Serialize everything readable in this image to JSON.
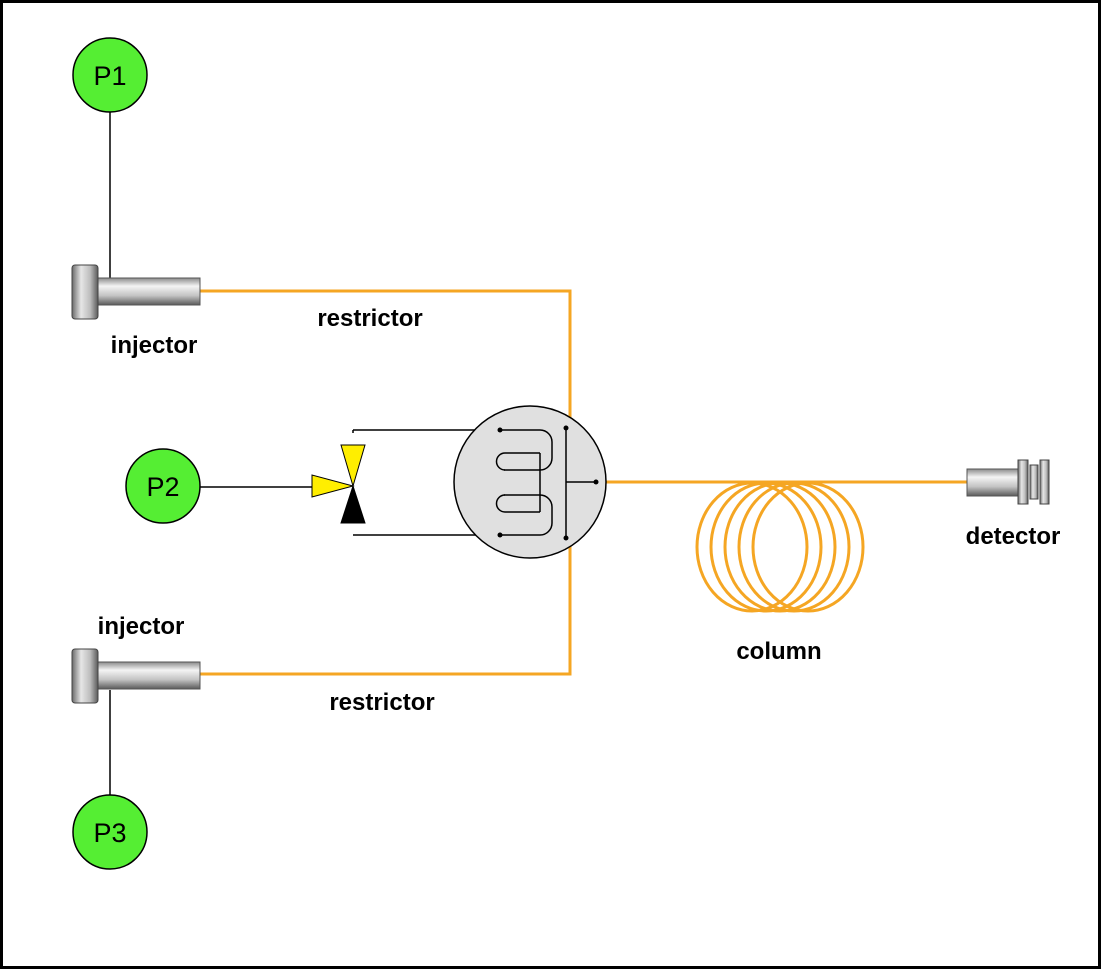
{
  "diagram": {
    "pressure_sources": [
      {
        "label": "P1"
      },
      {
        "label": "P2"
      },
      {
        "label": "P3"
      }
    ],
    "labels": {
      "injector_top": "injector",
      "injector_bottom": "injector",
      "restrictor_top": "restrictor",
      "restrictor_bottom": "restrictor",
      "column": "column",
      "detector": "detector"
    },
    "colors": {
      "pressure_fill": "#55ee33",
      "capillary": "#f5a623",
      "valve_yellow": "#ffee00",
      "valve_black": "#000000",
      "switch_body": "#e0e0e0"
    },
    "icons": {
      "pressure_source": "pressure-source-icon",
      "injector": "injector-icon",
      "valve": "three-way-valve-icon",
      "switch": "deans-switch-icon",
      "column": "column-coil-icon",
      "detector": "detector-icon"
    }
  }
}
